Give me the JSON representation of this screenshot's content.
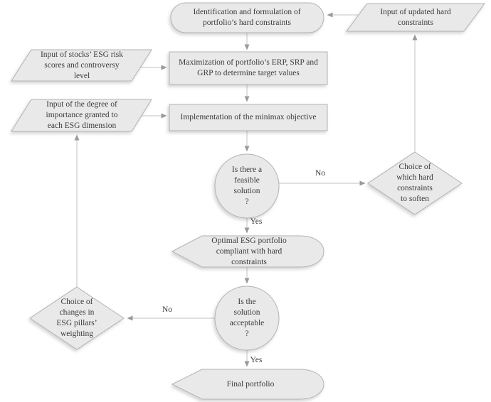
{
  "diagram": {
    "type": "flowchart",
    "colors": {
      "background": "#ffffff",
      "node_fill": "#e9e9e9",
      "node_stroke": "#b3b3b3",
      "connector": "#c2c2c2",
      "arrowhead": "#9a9a9a",
      "text": "#3b3b3b"
    },
    "nodes": [
      {
        "id": "identification",
        "type": "terminator",
        "label": "Identification and formulation of\nportfolio’s hard constraints"
      },
      {
        "id": "updated-constraints-input",
        "type": "data-input",
        "label": "Input of updated hard\nconstraints"
      },
      {
        "id": "esg-scores-input",
        "type": "data-input",
        "label": "Input of stocks’ ESG risk\nscores and controversy\nlevel"
      },
      {
        "id": "maximization",
        "type": "process",
        "label": "Maximization of portfolio’s ERP, SRP and\nGRP to determine target values"
      },
      {
        "id": "importance-input",
        "type": "data-input",
        "label": "Input of the degree of\nimportance granted to\neach ESG dimension"
      },
      {
        "id": "minimax",
        "type": "process",
        "label": "Implementation of the minimax objective"
      },
      {
        "id": "feasible-solution",
        "type": "decision-circle",
        "label": "Is there a\nfeasible\nsolution\n?"
      },
      {
        "id": "soften-constraints",
        "type": "decision-diamond",
        "label": "Choice of\nwhich hard\nconstraints\nto soften"
      },
      {
        "id": "optimal-portfolio",
        "type": "display",
        "label": "Optimal ESG portfolio\ncompliant with hard\nconstraints"
      },
      {
        "id": "solution-acceptable",
        "type": "decision-circle",
        "label": "Is the\nsolution\nacceptable\n?"
      },
      {
        "id": "pillar-weighting",
        "type": "decision-diamond",
        "label": "Choice of\nchanges in\nESG pillars’\nweighting"
      },
      {
        "id": "final-portfolio",
        "type": "display",
        "label": "Final portfolio"
      }
    ],
    "edges": [
      {
        "from": "identification",
        "to": "maximization",
        "label": ""
      },
      {
        "from": "esg-scores-input",
        "to": "maximization",
        "label": ""
      },
      {
        "from": "maximization",
        "to": "minimax",
        "label": ""
      },
      {
        "from": "importance-input",
        "to": "minimax",
        "label": ""
      },
      {
        "from": "minimax",
        "to": "feasible-solution",
        "label": ""
      },
      {
        "from": "feasible-solution",
        "to": "soften-constraints",
        "label": "No"
      },
      {
        "from": "soften-constraints",
        "to": "updated-constraints-input",
        "label": ""
      },
      {
        "from": "updated-constraints-input",
        "to": "identification",
        "label": ""
      },
      {
        "from": "feasible-solution",
        "to": "optimal-portfolio",
        "label": "Yes"
      },
      {
        "from": "optimal-portfolio",
        "to": "solution-acceptable",
        "label": ""
      },
      {
        "from": "solution-acceptable",
        "to": "pillar-weighting",
        "label": "No"
      },
      {
        "from": "pillar-weighting",
        "to": "importance-input",
        "label": ""
      },
      {
        "from": "solution-acceptable",
        "to": "final-portfolio",
        "label": "Yes"
      }
    ]
  }
}
